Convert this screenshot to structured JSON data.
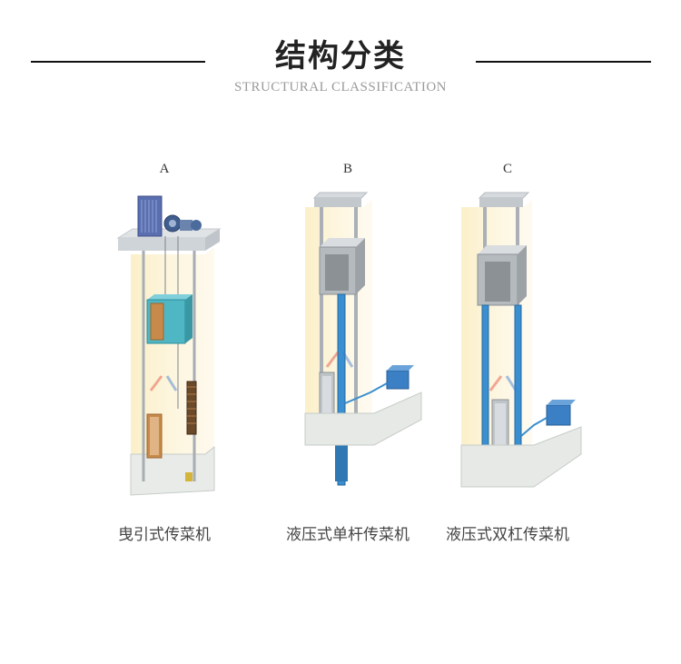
{
  "header": {
    "title": "结构分类",
    "subtitle": "STRUCTURAL CLASSIFICATION"
  },
  "panels": [
    {
      "letter": "A",
      "caption": "曳引式传菜机",
      "icon": "traction-dumbwaiter-icon"
    },
    {
      "letter": "B",
      "caption": "液压式单杆传菜机",
      "icon": "hydraulic-single-rod-dumbwaiter-icon"
    },
    {
      "letter": "C",
      "caption": "液压式双杠传菜机",
      "icon": "hydraulic-double-rod-dumbwaiter-icon"
    }
  ],
  "colors": {
    "shaft_glow": "#fbeec3",
    "steel": "#b8bcc2",
    "cabin_teal": "#4fb6c4",
    "hydraulic_blue": "#3a8fd0",
    "pump_blue": "#3b7fc4",
    "wood": "#c88a4a"
  }
}
